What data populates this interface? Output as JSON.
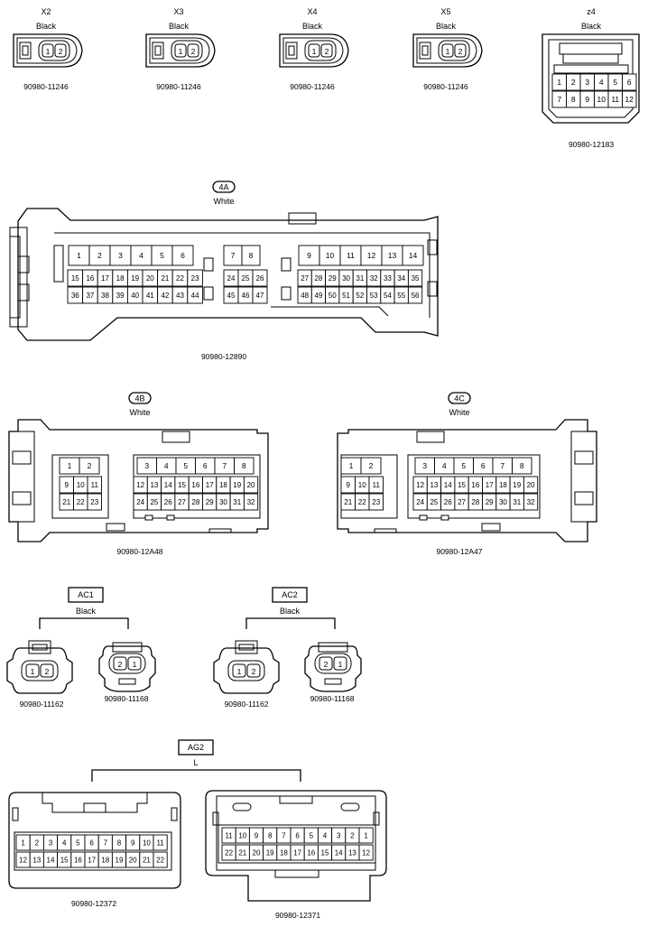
{
  "small_connectors": [
    {
      "code": "X2",
      "color": "Black",
      "part": "90980-11246",
      "pins": [
        "1",
        "2"
      ]
    },
    {
      "code": "X3",
      "color": "Black",
      "part": "90980-11246",
      "pins": [
        "1",
        "2"
      ]
    },
    {
      "code": "X4",
      "color": "Black",
      "part": "90980-11246",
      "pins": [
        "1",
        "2"
      ]
    },
    {
      "code": "X5",
      "color": "Black",
      "part": "90980-11246",
      "pins": [
        "1",
        "2"
      ]
    }
  ],
  "z4": {
    "code": "z4",
    "color": "Black",
    "part": "90980-12183",
    "rows": [
      [
        "1",
        "2",
        "3",
        "4",
        "5",
        "6"
      ],
      [
        "7",
        "8",
        "9",
        "10",
        "11",
        "12"
      ]
    ]
  },
  "c4A": {
    "code": "4A",
    "color": "White",
    "part": "90980-12890",
    "groupA": {
      "top": [
        "1",
        "2",
        "3",
        "4",
        "5",
        "6"
      ],
      "mid": [
        "15",
        "16",
        "17",
        "18",
        "19",
        "20",
        "21",
        "22",
        "23"
      ],
      "bot": [
        "36",
        "37",
        "38",
        "39",
        "40",
        "41",
        "42",
        "43",
        "44"
      ]
    },
    "groupB": {
      "top": [
        "7",
        "8"
      ],
      "mid": [
        "24",
        "25",
        "26"
      ],
      "bot": [
        "45",
        "46",
        "47"
      ]
    },
    "groupC": {
      "top": [
        "9",
        "10",
        "11",
        "12",
        "13",
        "14"
      ],
      "mid": [
        "27",
        "28",
        "29",
        "30",
        "31",
        "32",
        "33",
        "34",
        "35"
      ],
      "bot": [
        "48",
        "49",
        "50",
        "51",
        "52",
        "53",
        "54",
        "55",
        "56"
      ]
    }
  },
  "c4B": {
    "code": "4B",
    "color": "White",
    "part": "90980-12A48",
    "left": {
      "top": [
        "1",
        "2"
      ],
      "mid": [
        "9",
        "10",
        "11"
      ],
      "bot": [
        "21",
        "22",
        "23"
      ]
    },
    "right": {
      "top": [
        "3",
        "4",
        "5",
        "6",
        "7",
        "8"
      ],
      "mid": [
        "12",
        "13",
        "14",
        "15",
        "16",
        "17",
        "18",
        "19",
        "20"
      ],
      "bot": [
        "24",
        "25",
        "26",
        "27",
        "28",
        "29",
        "30",
        "31",
        "32"
      ]
    }
  },
  "c4C": {
    "code": "4C",
    "color": "White",
    "part": "90980-12A47",
    "left": {
      "top": [
        "1",
        "2"
      ],
      "mid": [
        "9",
        "10",
        "11"
      ],
      "bot": [
        "21",
        "22",
        "23"
      ]
    },
    "right": {
      "top": [
        "3",
        "4",
        "5",
        "6",
        "7",
        "8"
      ],
      "mid": [
        "12",
        "13",
        "14",
        "15",
        "16",
        "17",
        "18",
        "19",
        "20"
      ],
      "bot": [
        "24",
        "25",
        "26",
        "27",
        "28",
        "29",
        "30",
        "31",
        "32"
      ]
    }
  },
  "ac1": {
    "code": "AC1",
    "color": "Black",
    "male": {
      "part": "90980-11162",
      "pins": [
        "1",
        "2"
      ]
    },
    "female": {
      "part": "90980-11168",
      "pins": [
        "2",
        "1"
      ]
    }
  },
  "ac2": {
    "code": "AC2",
    "color": "Black",
    "male": {
      "part": "90980-11162",
      "pins": [
        "1",
        "2"
      ]
    },
    "female": {
      "part": "90980-11168",
      "pins": [
        "2",
        "1"
      ]
    }
  },
  "ag2": {
    "code": "AG2",
    "color": "L",
    "male": {
      "part": "90980-12372",
      "rows": [
        [
          "1",
          "2",
          "3",
          "4",
          "5",
          "6",
          "7",
          "8",
          "9",
          "10",
          "11"
        ],
        [
          "12",
          "13",
          "14",
          "15",
          "16",
          "17",
          "18",
          "19",
          "20",
          "21",
          "22"
        ]
      ]
    },
    "female": {
      "part": "90980-12371",
      "rows": [
        [
          "11",
          "10",
          "9",
          "8",
          "7",
          "6",
          "5",
          "4",
          "3",
          "2",
          "1"
        ],
        [
          "22",
          "21",
          "20",
          "19",
          "18",
          "17",
          "16",
          "15",
          "14",
          "13",
          "12"
        ]
      ]
    }
  }
}
